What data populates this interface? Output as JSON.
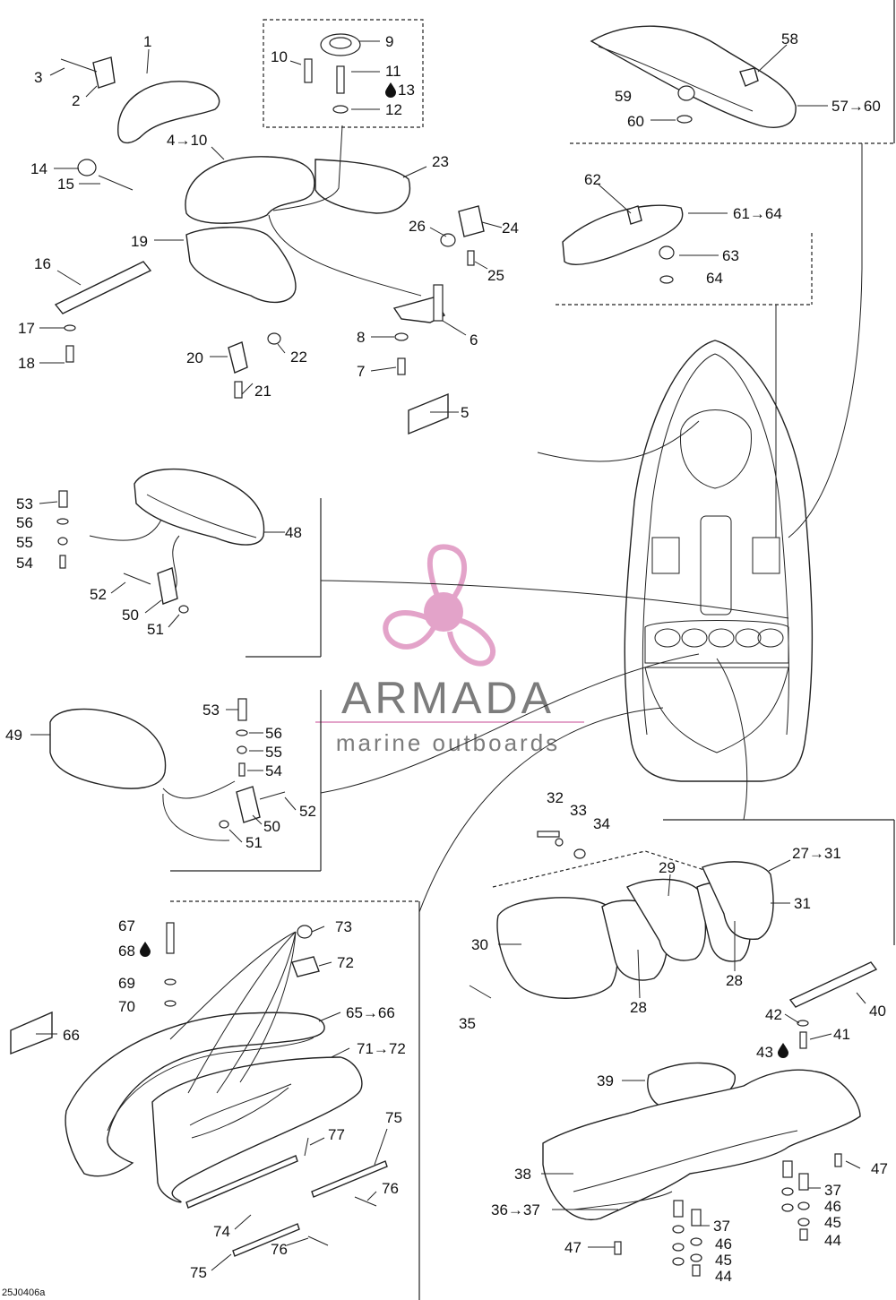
{
  "figure_ref": "25J0406a",
  "watermark": {
    "brand": "ARMADA",
    "tagline": "marine outboards",
    "accent_color": "#e3a3c9",
    "text_color": "#666666"
  },
  "callouts": {
    "c1": "1",
    "c2": "2",
    "c3": "3",
    "c4_10": "4→10",
    "c5": "5",
    "c6": "6",
    "c7": "7",
    "c8": "8",
    "c9": "9",
    "c10": "10",
    "c11": "11",
    "c12": "12",
    "c13": "13",
    "c14": "14",
    "c15": "15",
    "c16": "16",
    "c17": "17",
    "c18": "18",
    "c19": "19",
    "c20": "20",
    "c21": "21",
    "c22": "22",
    "c23": "23",
    "c24": "24",
    "c25": "25",
    "c26": "26",
    "c27_31": "27→31",
    "c28a": "28",
    "c28b": "28",
    "c29": "29",
    "c30": "30",
    "c31": "31",
    "c32": "32",
    "c33": "33",
    "c34": "34",
    "c35": "35",
    "c36_37": "36→37",
    "c37a": "37",
    "c37b": "37",
    "c38": "38",
    "c39": "39",
    "c40": "40",
    "c41": "41",
    "c42": "42",
    "c43": "43",
    "c44a": "44",
    "c44b": "44",
    "c45a": "45",
    "c45b": "45",
    "c46a": "46",
    "c46b": "46",
    "c47a": "47",
    "c47b": "47",
    "c48": "48",
    "c49": "49",
    "c50a": "50",
    "c50b": "50",
    "c51a": "51",
    "c51b": "51",
    "c52a": "52",
    "c52b": "52",
    "c53a": "53",
    "c53b": "53",
    "c54a": "54",
    "c54b": "54",
    "c55a": "55",
    "c55b": "55",
    "c56a": "56",
    "c56b": "56",
    "c57_60": "57→60",
    "c58": "58",
    "c59": "59",
    "c60": "60",
    "c61_64": "61→64",
    "c62": "62",
    "c63": "63",
    "c64": "64",
    "c65_66": "65→66",
    "c66": "66",
    "c67": "67",
    "c68": "68",
    "c69": "69",
    "c70": "70",
    "c71_72": "71→72",
    "c72": "72",
    "c73": "73",
    "c74": "74",
    "c75a": "75",
    "c75b": "75",
    "c76a": "76",
    "c76b": "76",
    "c77": "77"
  }
}
